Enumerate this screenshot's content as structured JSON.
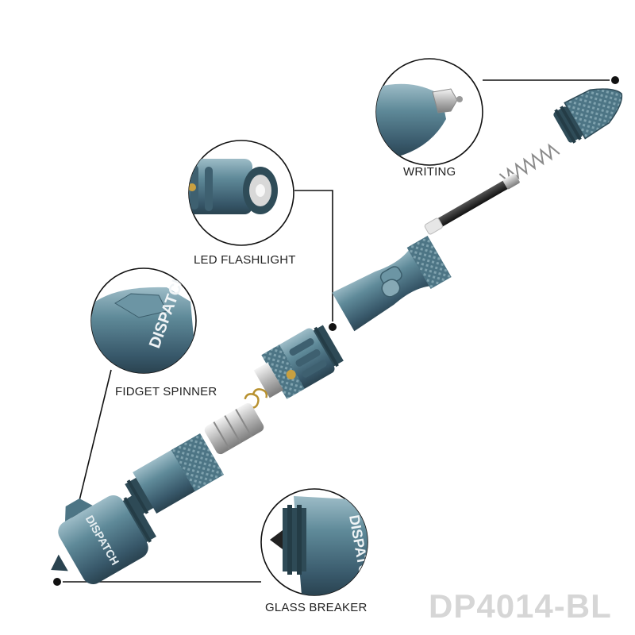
{
  "labels": {
    "writing": "WRITING",
    "led_flashlight": "LED FLASHLIGHT",
    "fidget_spinner": "FIDGET SPINNER",
    "glass_breaker": "GLASS BREAKER"
  },
  "model_code": "DP4014-BL",
  "brand_mark": "DISPATCH",
  "colors": {
    "body": "#4f7a8a",
    "body_dark": "#34525e",
    "body_light": "#8fb0bc",
    "silver": "#c9c9c9",
    "brass": "#c9a040",
    "callout_line": "#111111",
    "model_text": "#d6d6d6"
  }
}
